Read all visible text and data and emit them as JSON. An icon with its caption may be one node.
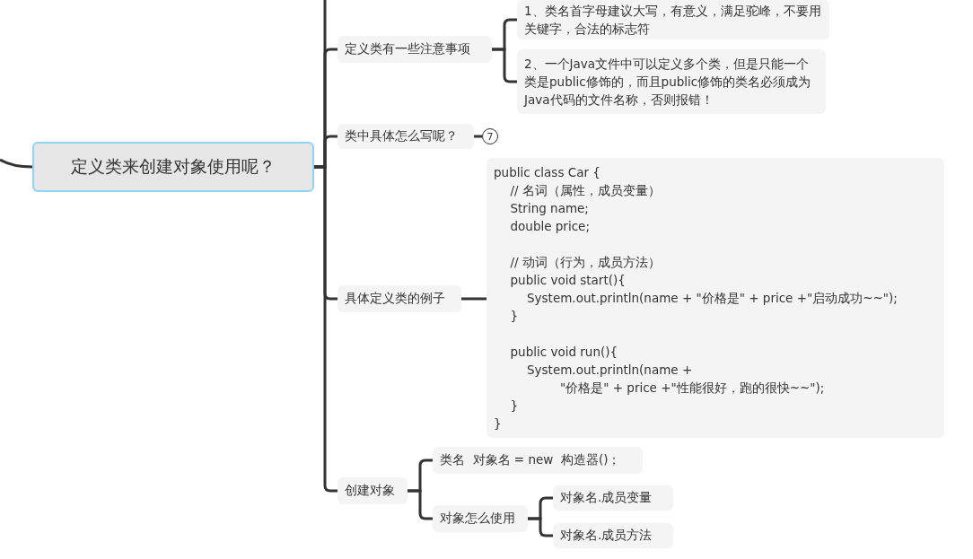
{
  "diagram": {
    "nodes": [
      {
        "text": [
          "定义类来创建对象使用呢？"
        ]
      },
      {
        "text": [
          "定义类有一些注意事项"
        ]
      },
      {
        "text": [
          "1、类名首字母建议大写，有意义，满足驼峰，不要用关键字，合法的标志符"
        ]
      },
      {
        "text": [
          "2、一个Java文件中可以定义多个类，但是只能一个类是public修饰的，而且public修饰的类名必须成为Java代码的文件名称，否则报错！"
        ]
      },
      {
        "text": [
          "类中具体怎么写呢？"
        ]
      },
      {
        "text": [
          "7"
        ]
      },
      {
        "text": [
          "具体定义类的例子"
        ]
      },
      {
        "text": [
          "public class Car {",
          "// 名词（属性，成员变量）",
          "String name;",
          "double price;",
          "// 动词（行为，成员方法）",
          "public void start(){",
          "System.out.println(name + \"价格是\" + price +\"启动成功~~\");",
          "}",
          "public void run(){",
          "System.out.println(name +",
          "\"价格是\" + price +\"性能很好，跑的很快~~\");",
          "}",
          "}"
        ]
      },
      {
        "text": [
          "创建对象"
        ]
      },
      {
        "text": [
          "类名  对象名 = new  构造器()；"
        ]
      },
      {
        "text": [
          "对象怎么使用"
        ]
      },
      {
        "text": [
          "对象名.成员变量"
        ]
      },
      {
        "text": [
          "对象名.成员方法"
        ]
      }
    ],
    "edges": [
      {
        "from": null,
        "to": 0,
        "arrow": "none"
      },
      {
        "from": 0,
        "to": null,
        "arrow": "none"
      },
      {
        "from": 0,
        "to": 1,
        "arrow": "none"
      },
      {
        "from": 1,
        "to": 2,
        "arrow": "none"
      },
      {
        "from": 1,
        "to": 3,
        "arrow": "none"
      },
      {
        "from": 0,
        "to": 4,
        "arrow": "none"
      },
      {
        "from": 4,
        "to": 5,
        "arrow": "none"
      },
      {
        "from": 0,
        "to": 6,
        "arrow": "none"
      },
      {
        "from": 6,
        "to": 7,
        "arrow": "none"
      },
      {
        "from": 0,
        "to": 8,
        "arrow": "none"
      },
      {
        "from": 8,
        "to": 9,
        "arrow": "none"
      },
      {
        "from": 8,
        "to": 10,
        "arrow": "none"
      },
      {
        "from": 10,
        "to": 11,
        "arrow": "none"
      },
      {
        "from": 10,
        "to": 12,
        "arrow": "none"
      }
    ]
  }
}
